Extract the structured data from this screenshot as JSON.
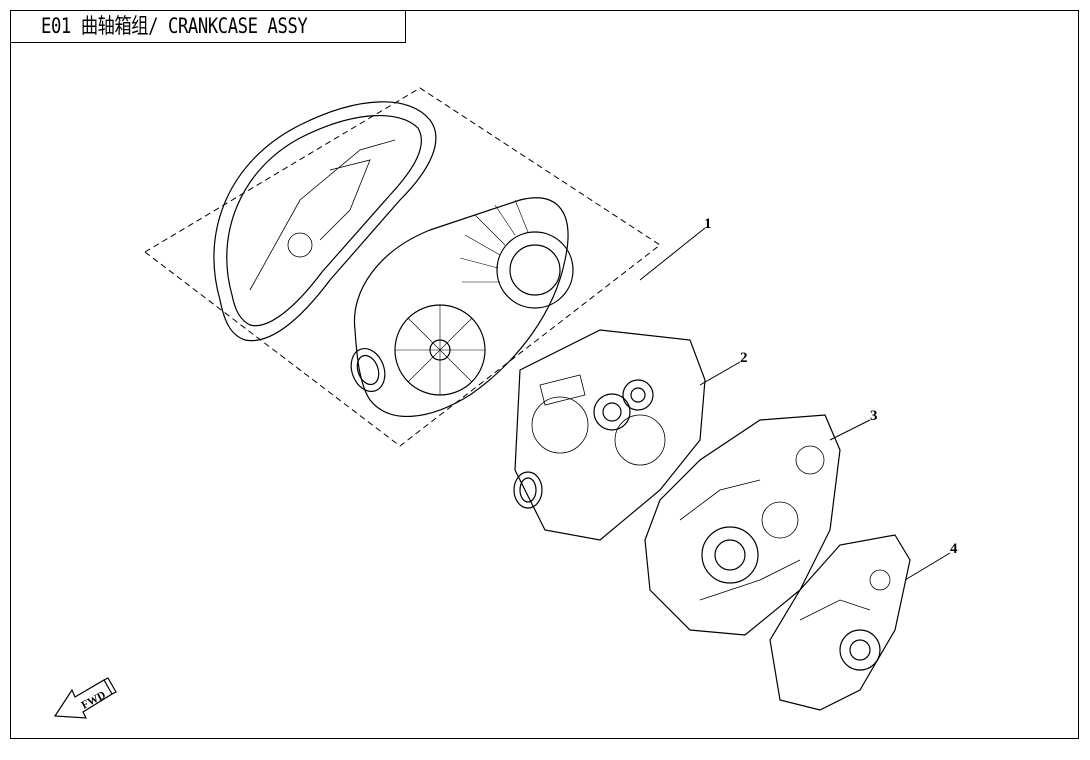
{
  "title": "E01 曲轴箱组/ CRANKCASE ASSY",
  "callouts": [
    "1",
    "2",
    "3",
    "4"
  ],
  "fwd_label": "FWD"
}
